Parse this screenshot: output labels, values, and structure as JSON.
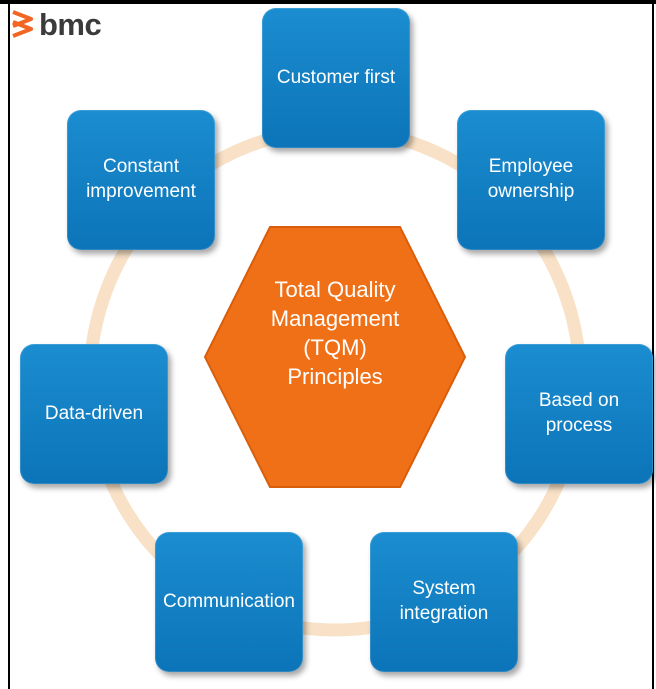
{
  "logo": {
    "text": "bmc",
    "accent": "#f26522"
  },
  "diagram": {
    "center": {
      "label": "Total Quality\nManagement\n(TQM)\nPrinciples",
      "color": "#f07018"
    },
    "ring_color": "#f8e1c6",
    "node_color": "#1a86c8",
    "nodes": [
      {
        "label": "Customer first"
      },
      {
        "label": "Employee\nownership"
      },
      {
        "label": "Based on\nprocess"
      },
      {
        "label": "System\nintegration"
      },
      {
        "label": "Communication"
      },
      {
        "label": "Data-driven"
      },
      {
        "label": "Constant\nimprovement"
      }
    ]
  }
}
